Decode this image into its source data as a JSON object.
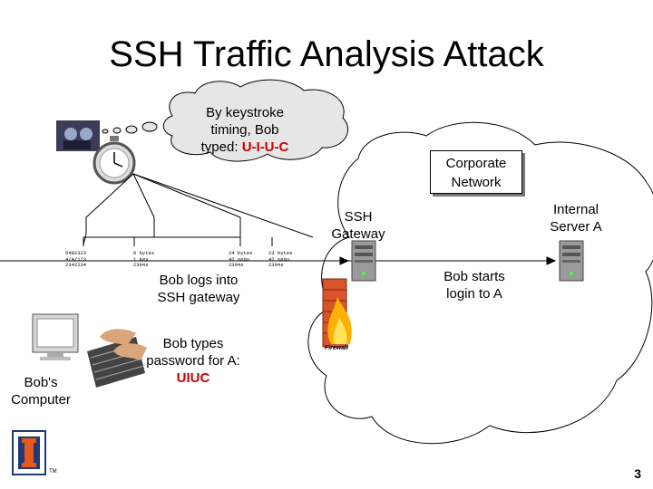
{
  "title": "SSH Traffic Analysis Attack",
  "thought_bubble": {
    "line1": "By keystroke",
    "line2": "timing, Bob",
    "line3_prefix": "typed:",
    "line3_highlight": "U-I-U-C"
  },
  "corporate_network": {
    "line1": "Corporate",
    "line2": "Network"
  },
  "ssh_gateway": {
    "line1": "SSH",
    "line2": "Gateway"
  },
  "internal_server": {
    "line1": "Internal",
    "line2": "Server A"
  },
  "bob_computer": {
    "line1": "Bob's",
    "line2": "Computer"
  },
  "bob_logs": {
    "line1": "Bob logs into",
    "line2": "SSH gateway"
  },
  "bob_starts": {
    "line1": "Bob starts",
    "line2": "login to A"
  },
  "bob_types": {
    "line1": "Bob types",
    "line2": "password for A:",
    "highlight": "UIUC"
  },
  "packets": {
    "p1": {
      "l1": "5482323",
      "l2": "4/A/123",
      "l3": "2342234"
    },
    "p2": {
      "l1": "6 bytes",
      "l2": "1 key",
      "l3": "2394s"
    },
    "p3": {
      "l1": "24 bytes",
      "l2": "42 sequ",
      "l3": "2394s"
    },
    "p4": {
      "l1": "23 bytes",
      "l2": "42 sequ",
      "l3": "2394s"
    }
  },
  "firewall_label": "Firewall",
  "logo_tm": "TM",
  "page_number": "3",
  "colors": {
    "highlight": "#cc0000",
    "firewall": "#d9532b",
    "logo": "#1f3a75",
    "logo_accent": "#e55a1c"
  }
}
